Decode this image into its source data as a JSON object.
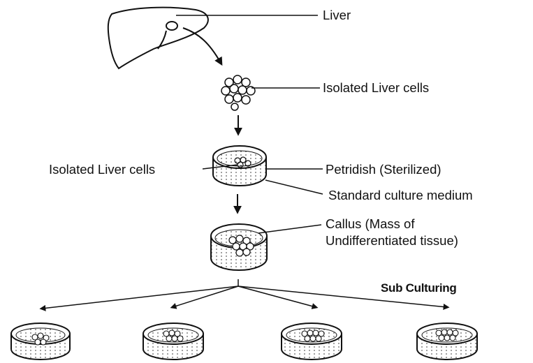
{
  "labels": {
    "liver": "Liver",
    "isolated_cells_top": "Isolated Liver cells",
    "isolated_cells_left": "Isolated Liver cells",
    "petridish": "Petridish (Sterilized)",
    "medium": "Standard culture medium",
    "callus_line1": "Callus (Mass of",
    "callus_line2": "Undifferentiated tissue)",
    "subculturing": "Sub Culturing"
  },
  "colors": {
    "ink": "#111111",
    "background": "#ffffff"
  }
}
